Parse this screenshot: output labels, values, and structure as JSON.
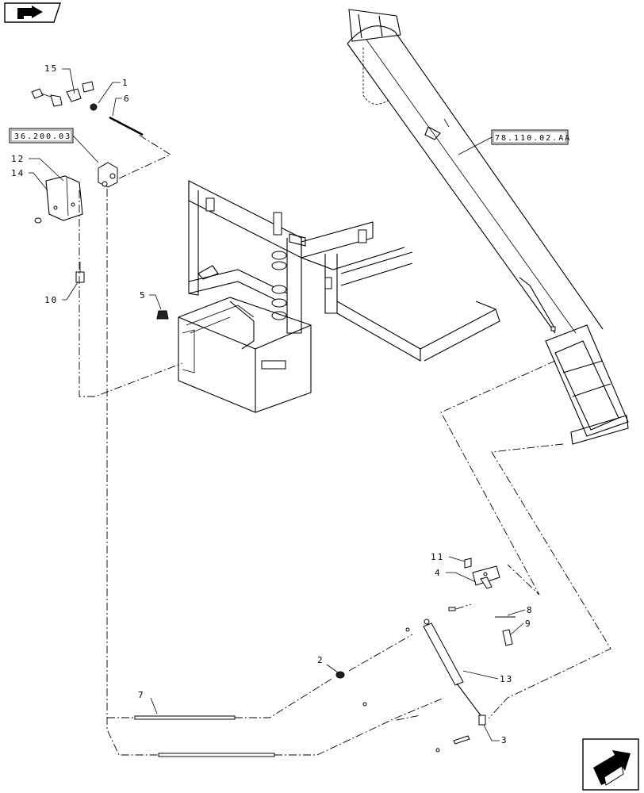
{
  "references": {
    "left": "36.200.03",
    "right": "78.110.02.AA"
  },
  "callouts": [
    "15",
    "1",
    "6",
    "12",
    "14",
    "10",
    "5",
    "11",
    "4",
    "8",
    "9",
    "2",
    "13",
    "7",
    "3"
  ],
  "icons": {
    "top_left": "previous-page-arrow-icon",
    "bottom_right": "next-page-arrow-icon"
  }
}
